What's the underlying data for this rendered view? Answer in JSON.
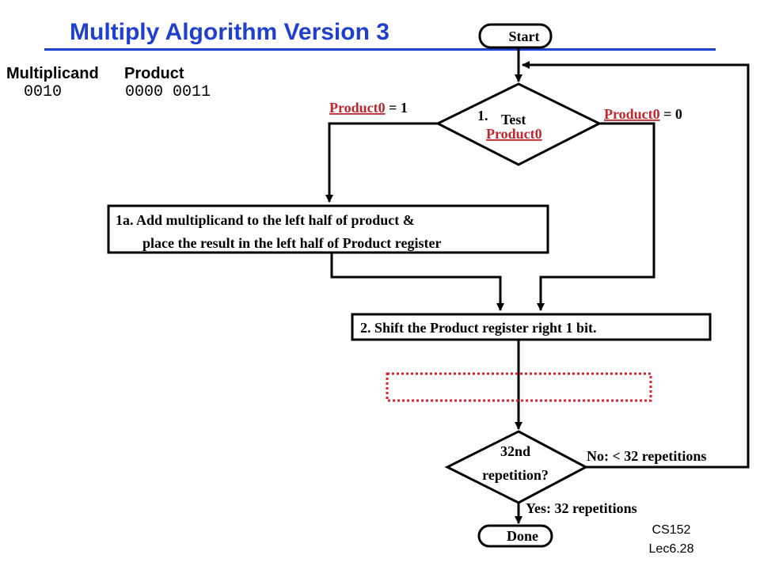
{
  "title": "Multiply Algorithm Version 3",
  "registers": {
    "multiplicand_label": "Multiplicand",
    "product_label": "Product",
    "multiplicand_value": "0010",
    "product_value": "0000 0011"
  },
  "flowchart": {
    "start": "Start",
    "test_number": "1.",
    "test_label": "Test",
    "test_operand": "Product0",
    "branch_left_var": "Product0",
    "branch_left_rest": " = 1",
    "branch_right_var": "Product0",
    "branch_right_rest": " = 0",
    "step1a_line1": "1a. Add multiplicand to the left half of product &",
    "step1a_line2": "place the result in the left half of Product register",
    "step2": "2. Shift the Product register right 1 bit.",
    "decision_line1": "32nd",
    "decision_line2": "repetition?",
    "no_label": "No: < 32 repetitions",
    "yes_label": "Yes: 32 repetitions",
    "done": "Done"
  },
  "footer": {
    "course": "CS152",
    "lecture": "Lec6.28"
  },
  "colors": {
    "title": "#1f3fd0",
    "highlight": "#c0272d",
    "dotted_box": "#e0202a"
  }
}
